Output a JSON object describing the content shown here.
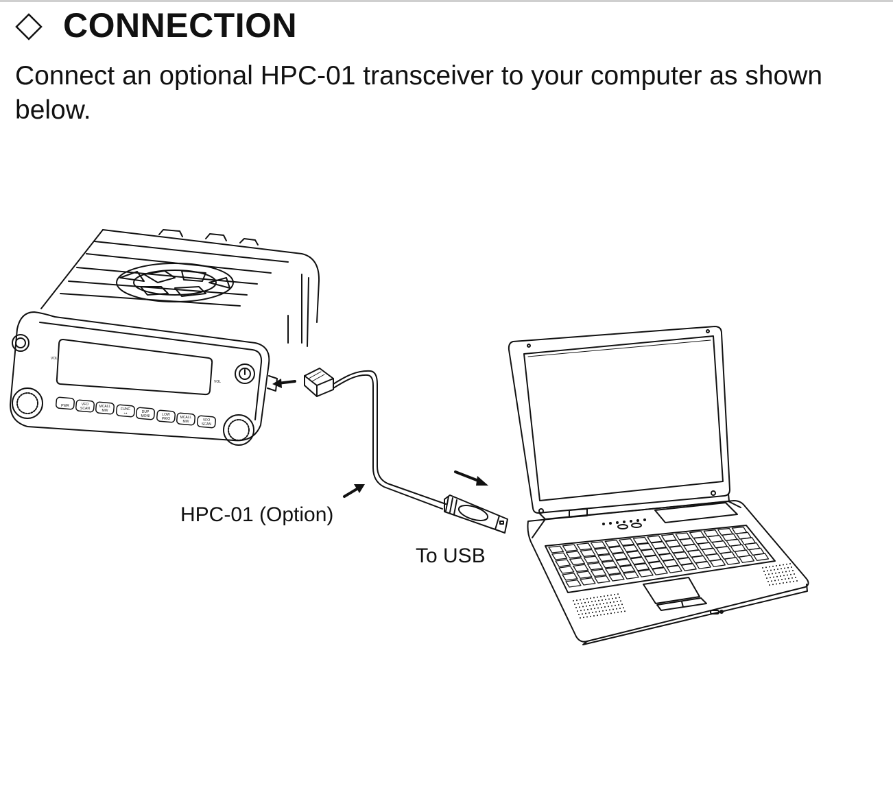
{
  "section": {
    "heading_icon": "diamond-outline-icon",
    "heading": "CONNECTION",
    "intro": "Connect an optional HPC-01 transceiver to your computer as shown below."
  },
  "diagram": {
    "cable_label": "HPC-01  (Option)",
    "usb_label": "To USB",
    "radio_buttons": [
      {
        "top": "",
        "bottom": "PWR"
      },
      {
        "top": "VFO",
        "bottom": "SCAN"
      },
      {
        "top": "MCALL",
        "bottom": "MW"
      },
      {
        "top": "FUNC",
        "bottom": "⊶"
      },
      {
        "top": "DUP",
        "bottom": "MONI"
      },
      {
        "top": "LOW",
        "bottom": "PRIO"
      },
      {
        "top": "MCALL",
        "bottom": "MW"
      },
      {
        "top": "VFO",
        "bottom": "SCAN"
      }
    ],
    "vol_left": "VOL",
    "vol_right": "VOL"
  }
}
